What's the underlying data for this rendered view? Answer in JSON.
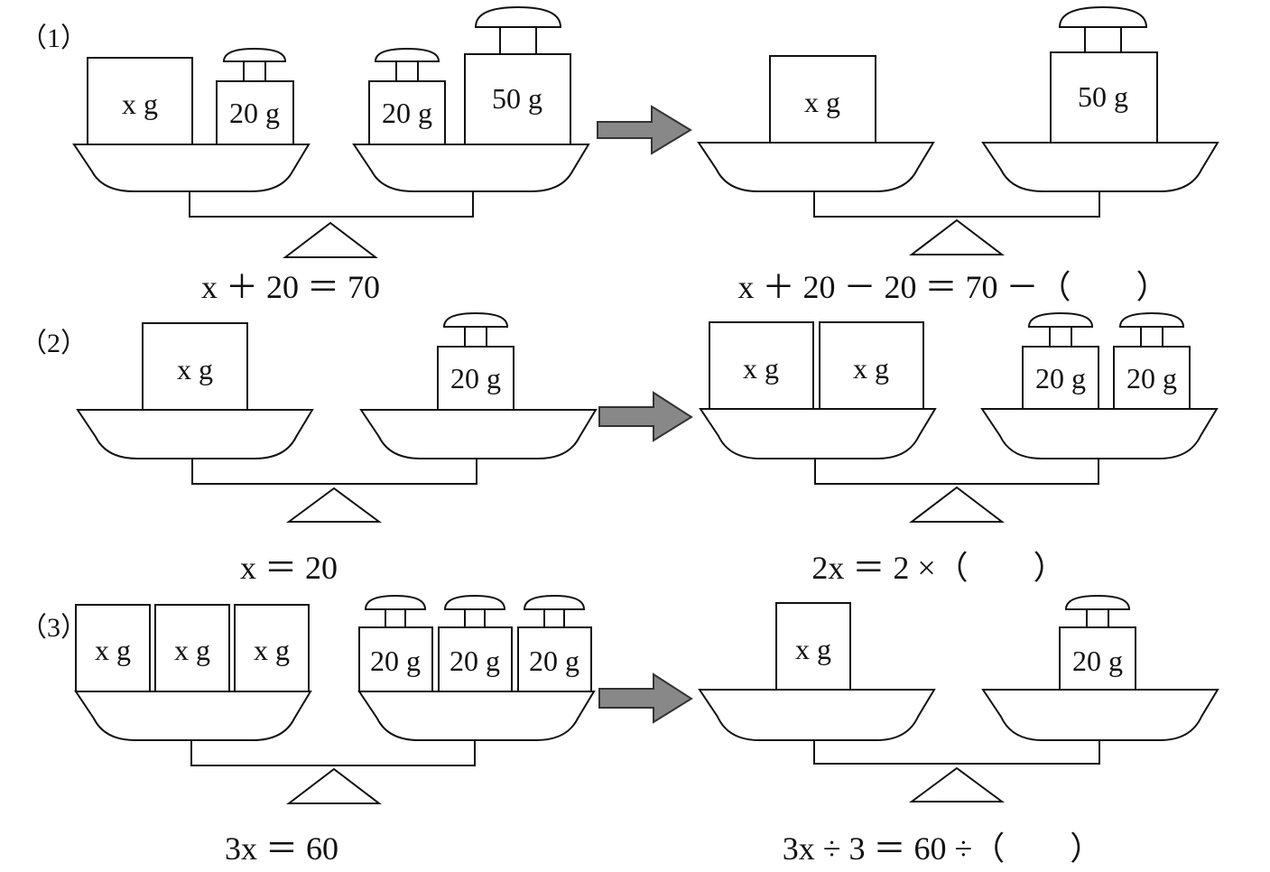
{
  "problems": [
    {
      "label": "（1）",
      "before": {
        "left": [
          "x g",
          "20 g"
        ],
        "right": [
          "20 g",
          "50 g"
        ]
      },
      "after": {
        "left": [
          "x g"
        ],
        "right": [
          "50 g"
        ]
      },
      "equation_before": "x ＋ 20 ＝ 70",
      "equation_after": "x ＋ 20 － 20 ＝ 70 －（　　）"
    },
    {
      "label": "（2）",
      "before": {
        "left": [
          "x g"
        ],
        "right": [
          "20 g"
        ]
      },
      "after": {
        "left": [
          "x g",
          "x g"
        ],
        "right": [
          "20 g",
          "20 g"
        ]
      },
      "equation_before": "x ＝ 20",
      "equation_after": "2x ＝ 2 ×（　　）"
    },
    {
      "label": "（3）",
      "before": {
        "left": [
          "x g",
          "x g",
          "x g"
        ],
        "right": [
          "20 g",
          "20 g",
          "20 g"
        ]
      },
      "after": {
        "left": [
          "x g"
        ],
        "right": [
          "20 g"
        ]
      },
      "equation_before": "3x ＝ 60",
      "equation_after": "3x ÷ 3 ＝ 60 ÷（　　）"
    }
  ]
}
